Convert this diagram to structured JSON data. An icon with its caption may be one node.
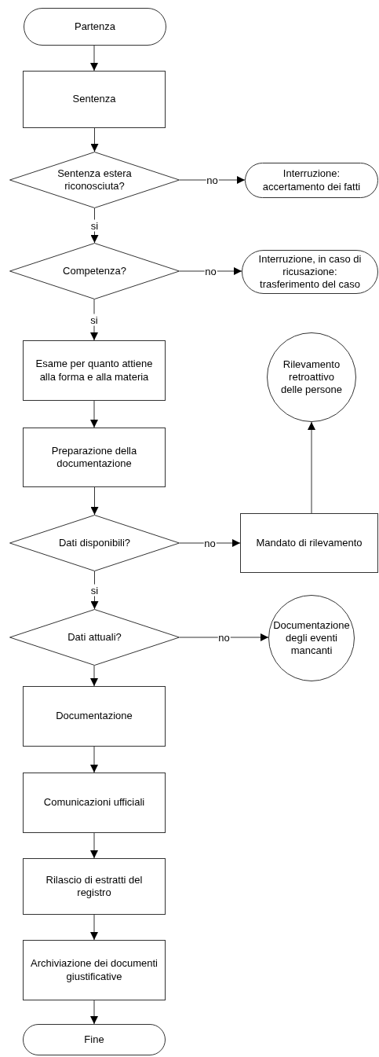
{
  "diagram": {
    "nodes": [
      {
        "text": [
          "Partenza"
        ]
      },
      {
        "text": [
          "Sentenza"
        ]
      },
      {
        "text": [
          "Sentenza estera riconosciuta?"
        ]
      },
      {
        "text": [
          "Interruzione: accertamento dei fatti"
        ]
      },
      {
        "text": [
          "Competenza?"
        ]
      },
      {
        "text": [
          "Interruzione, in caso di ricusazione: trasferimento del caso"
        ]
      },
      {
        "text": [
          "Esame per quanto attiene alla forma e alla materia"
        ]
      },
      {
        "text": [
          "Preparazione della documentazione"
        ]
      },
      {
        "text": [
          "Dati disponibili?"
        ]
      },
      {
        "text": [
          "Mandato di rilevamento"
        ]
      },
      {
        "text": [
          "Rilevamento retroattivo delle persone"
        ]
      },
      {
        "text": [
          "Dati attuali?"
        ]
      },
      {
        "text": [
          "Documentazione degli eventi mancanti"
        ]
      },
      {
        "text": [
          "Documentazione"
        ]
      },
      {
        "text": [
          "Comunicazioni ufficiali"
        ]
      },
      {
        "text": [
          "Rilascio di estratti del registro"
        ]
      },
      {
        "text": [
          "Archiviazione dei documenti giustificative"
        ]
      },
      {
        "text": [
          "Fine"
        ]
      }
    ],
    "edges": [
      {
        "from": 0,
        "to": 1,
        "arrow": "to"
      },
      {
        "from": 1,
        "to": 2,
        "arrow": "to"
      },
      {
        "from": 2,
        "to": 3,
        "arrow": "to",
        "label": "no"
      },
      {
        "from": 2,
        "to": 4,
        "arrow": "to",
        "label": "si"
      },
      {
        "from": 4,
        "to": 5,
        "arrow": "to",
        "label": "no"
      },
      {
        "from": 4,
        "to": 6,
        "arrow": "to",
        "label": "si"
      },
      {
        "from": 6,
        "to": 7,
        "arrow": "to"
      },
      {
        "from": 7,
        "to": 8,
        "arrow": "to"
      },
      {
        "from": 8,
        "to": 9,
        "arrow": "to",
        "label": "no"
      },
      {
        "from": 9,
        "to": 10,
        "arrow": "to"
      },
      {
        "from": 8,
        "to": 11,
        "arrow": "to",
        "label": "si"
      },
      {
        "from": 11,
        "to": 12,
        "arrow": "to",
        "label": "no"
      },
      {
        "from": 11,
        "to": 13,
        "arrow": "to"
      },
      {
        "from": 13,
        "to": 14,
        "arrow": "to"
      },
      {
        "from": 14,
        "to": 15,
        "arrow": "to"
      },
      {
        "from": 15,
        "to": 16,
        "arrow": "to"
      },
      {
        "from": 16,
        "to": 17,
        "arrow": "to"
      }
    ]
  }
}
